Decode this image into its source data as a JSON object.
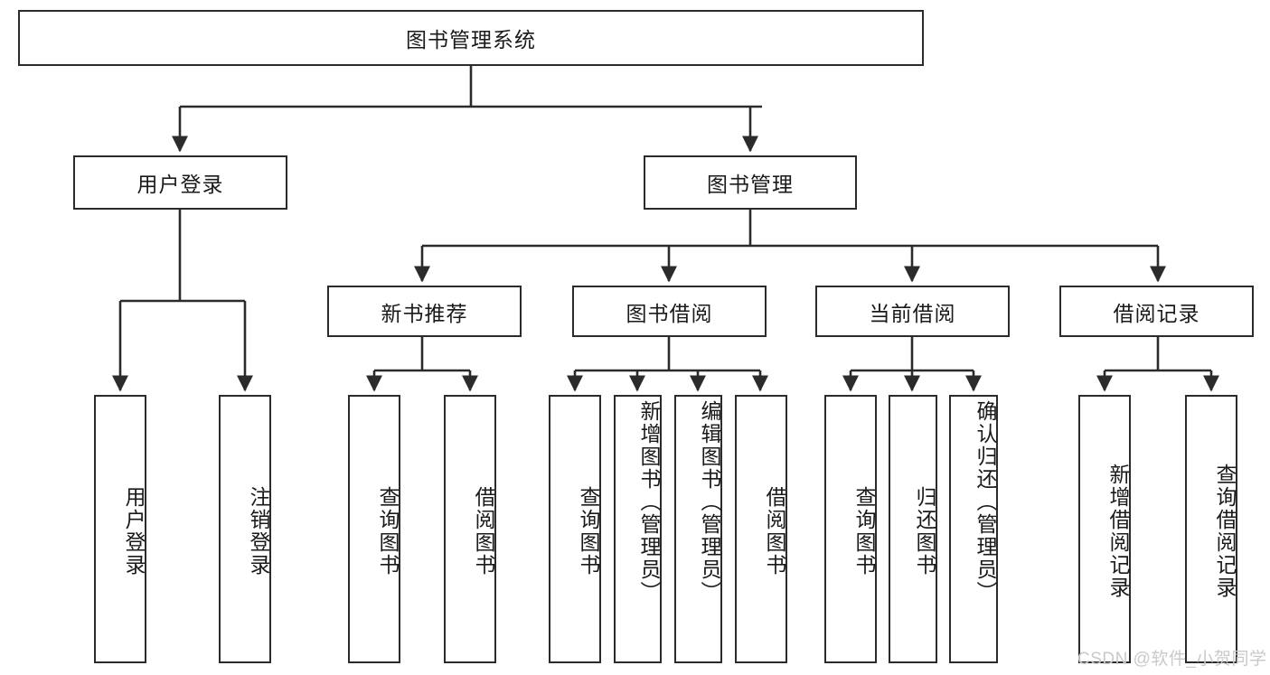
{
  "diagram": {
    "title": "图书管理系统",
    "type": "hierarchy-tree",
    "watermark": "CSDN @软件_小贺同学",
    "colors": {
      "background": "#ffffff",
      "node_border": "#2b2b2b",
      "node_fill": "#ffffff",
      "text": "#1a1a1a",
      "edge": "#2b2b2b",
      "watermark": "#c9c9c9"
    },
    "levels": {
      "root": {
        "label": "图书管理系统"
      },
      "level2": [
        {
          "id": "user-login",
          "label": "用户登录"
        },
        {
          "id": "book-management",
          "label": "图书管理"
        }
      ],
      "level3": [
        {
          "id": "new-book-recommend",
          "label": "新书推荐",
          "parent": "book-management"
        },
        {
          "id": "book-borrow",
          "label": "图书借阅",
          "parent": "book-management"
        },
        {
          "id": "current-borrow",
          "label": "当前借阅",
          "parent": "book-management"
        },
        {
          "id": "borrow-record",
          "label": "借阅记录",
          "parent": "book-management"
        }
      ],
      "leaves": [
        {
          "id": "leaf-user-login",
          "label": "用户登录",
          "parent": "user-login"
        },
        {
          "id": "leaf-logout",
          "label": "注销登录",
          "parent": "user-login"
        },
        {
          "id": "leaf-query-book-1",
          "label": "查询图书",
          "parent": "new-book-recommend"
        },
        {
          "id": "leaf-borrow-book-1",
          "label": "借阅图书",
          "parent": "new-book-recommend"
        },
        {
          "id": "leaf-query-book-2",
          "label": "查询图书",
          "parent": "book-borrow"
        },
        {
          "id": "leaf-add-book",
          "label": "新增图书（管理员）",
          "parent": "book-borrow"
        },
        {
          "id": "leaf-edit-book",
          "label": "编辑图书（管理员）",
          "parent": "book-borrow"
        },
        {
          "id": "leaf-borrow-book-2",
          "label": "借阅图书",
          "parent": "book-borrow"
        },
        {
          "id": "leaf-query-book-3",
          "label": "查询图书",
          "parent": "current-borrow"
        },
        {
          "id": "leaf-return-book",
          "label": "归还图书",
          "parent": "current-borrow"
        },
        {
          "id": "leaf-confirm-return",
          "label": "确认归还（管理员）",
          "parent": "current-borrow"
        },
        {
          "id": "leaf-add-record",
          "label": "新增借阅记录",
          "parent": "borrow-record"
        },
        {
          "id": "leaf-query-record",
          "label": "查询借阅记录",
          "parent": "borrow-record"
        }
      ]
    }
  }
}
